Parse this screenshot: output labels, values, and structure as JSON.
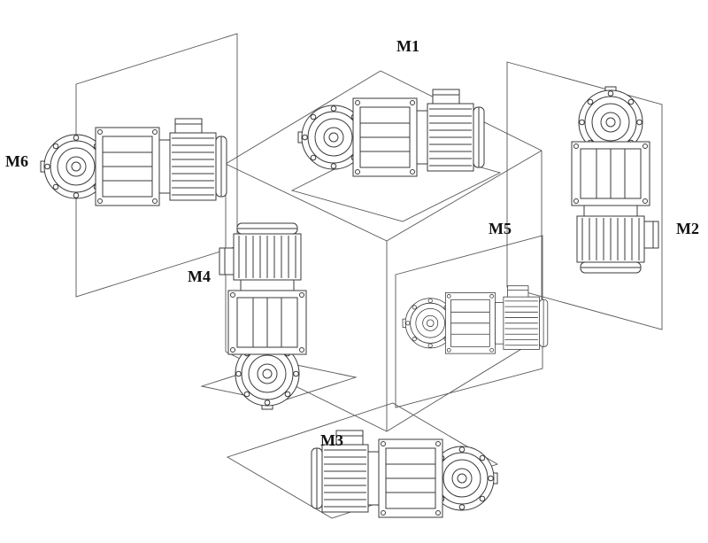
{
  "diagram": {
    "kind": "gearmotor-mounting-positions",
    "labels": [
      {
        "id": "m1",
        "text": "M1"
      },
      {
        "id": "m2",
        "text": "M2"
      },
      {
        "id": "m3",
        "text": "M3"
      },
      {
        "id": "m4",
        "text": "M4"
      },
      {
        "id": "m5",
        "text": "M5"
      },
      {
        "id": "m6",
        "text": "M6"
      }
    ],
    "colors": {
      "line": "#3a3a3a",
      "plane_line": "#555555",
      "background": "#ffffff"
    }
  }
}
